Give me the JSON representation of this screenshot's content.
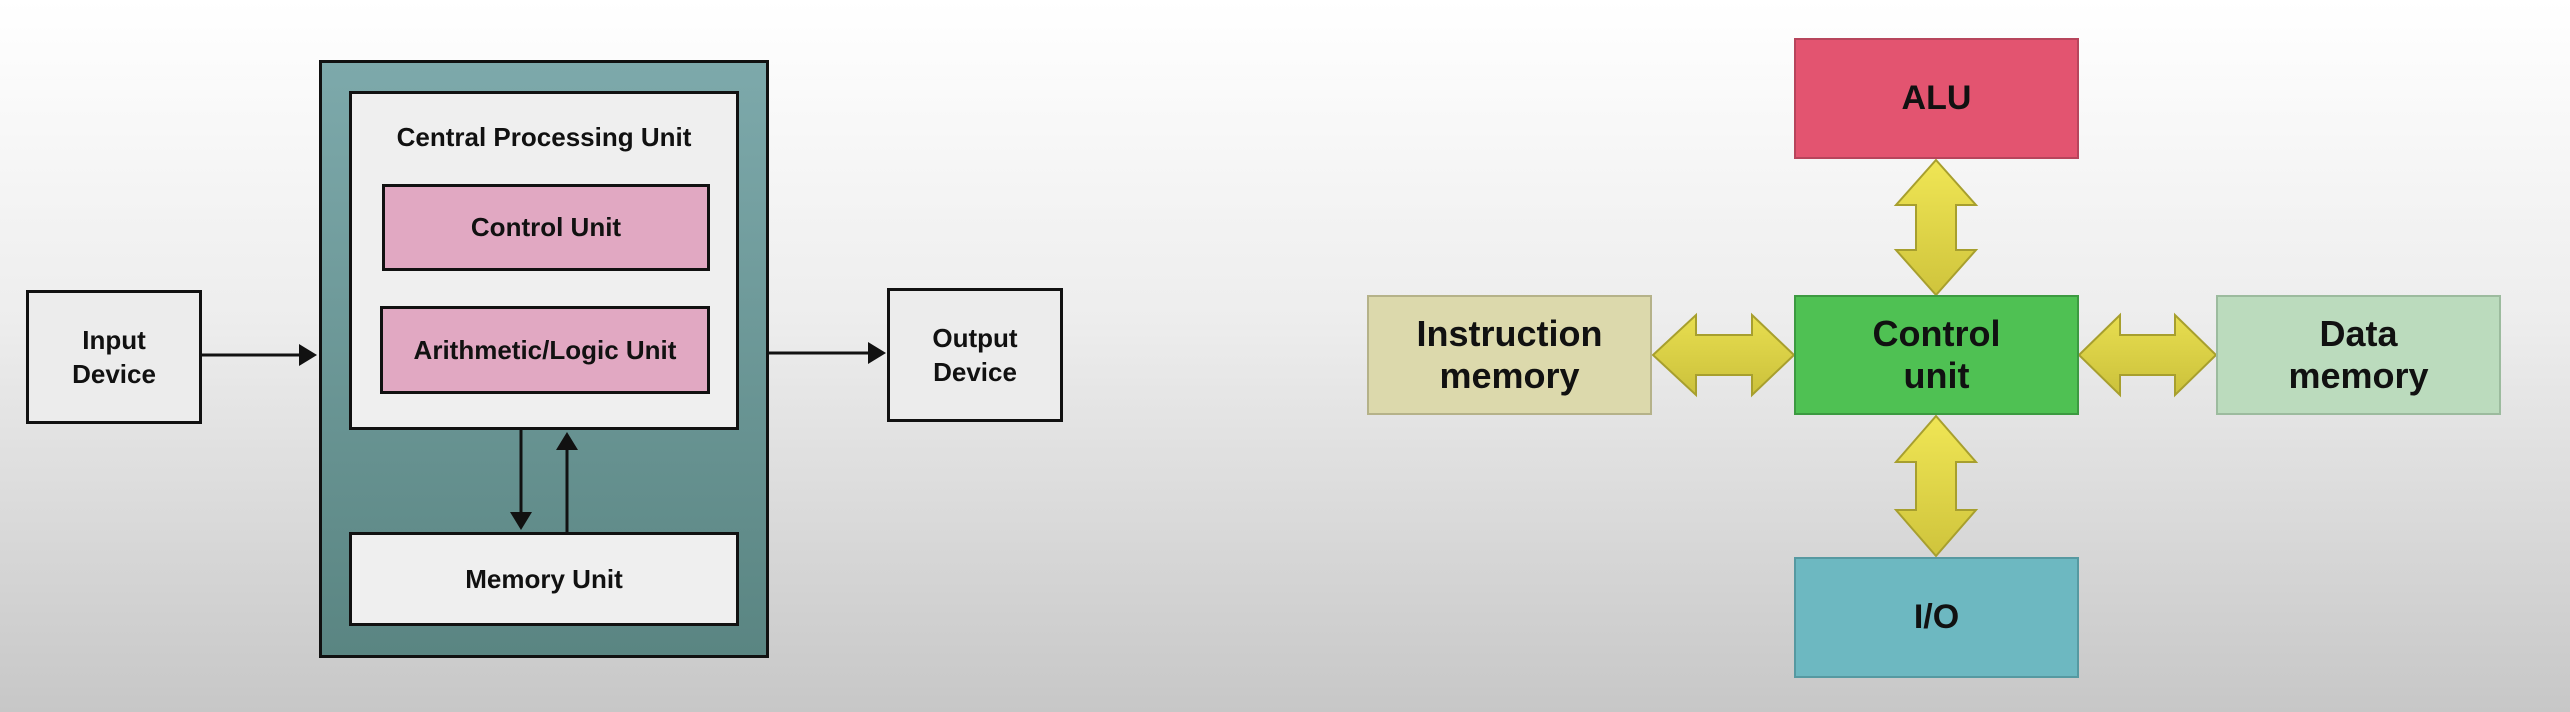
{
  "von_neumann": {
    "input_device": "Input\nDevice",
    "output_device": "Output\nDevice",
    "cpu_title": "Central Processing Unit",
    "control_unit": "Control Unit",
    "alu": "Arithmetic/Logic Unit",
    "memory_unit": "Memory Unit"
  },
  "harvard": {
    "alu": "ALU",
    "control_unit": "Control\nunit",
    "instruction_memory": "Instruction\nmemory",
    "data_memory": "Data\nmemory",
    "io": "I/O"
  },
  "colors": {
    "teal_casing": "#6e9a9b",
    "pink_unit": "#e1a8c2",
    "alu_red": "#e35470",
    "control_green": "#4fc153",
    "instruction_beige": "#dcd9ac",
    "data_green": "#bbdbbd",
    "io_blue": "#6db8c1",
    "arrow_yellow": "#e2d84a"
  }
}
